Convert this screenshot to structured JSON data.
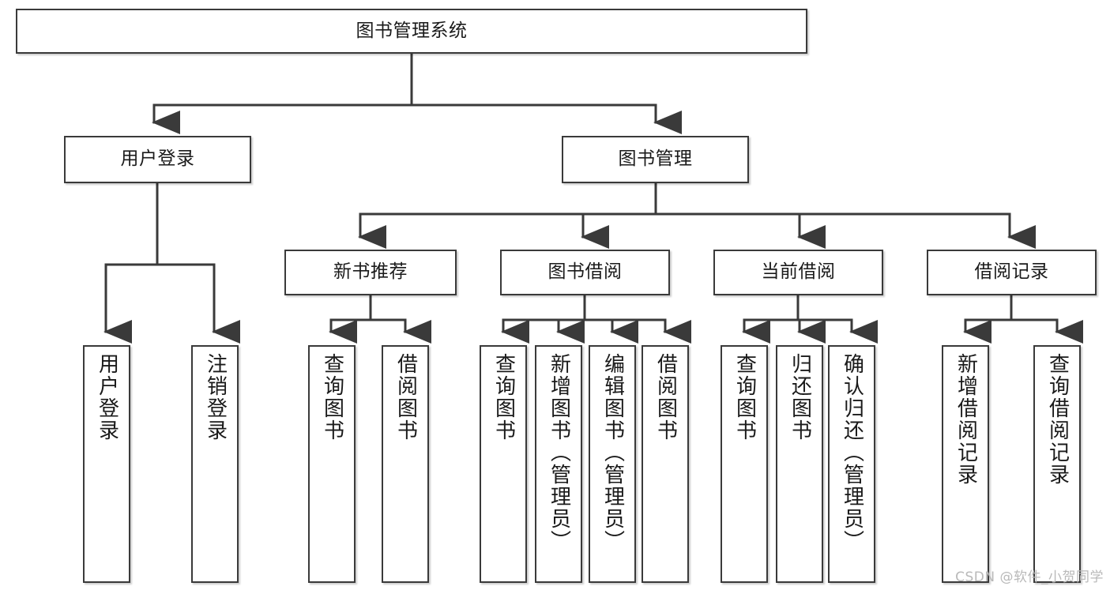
{
  "diagram": {
    "title": "图书管理系统",
    "type": "tree",
    "watermark": "CSDN @软件_小贺同学",
    "colors": {
      "node_border": "#3a3a3a",
      "node_fill": "#ffffff",
      "edge": "#3a3a3a",
      "text": "#1a1a1a",
      "watermark": "#b9b9b9"
    },
    "nodes": {
      "root": {
        "label": "图书管理系统"
      },
      "level1": [
        {
          "id": "user-login",
          "label": "用户登录"
        },
        {
          "id": "book-manage",
          "label": "图书管理"
        }
      ],
      "level2": [
        {
          "id": "new-book-recommend",
          "label": "新书推荐"
        },
        {
          "id": "book-borrow",
          "label": "图书借阅"
        },
        {
          "id": "current-borrow",
          "label": "当前借阅"
        },
        {
          "id": "borrow-record",
          "label": "借阅记录"
        }
      ],
      "leaves": [
        {
          "id": "leaf-user-login",
          "label": "用户登录",
          "parent": "user-login"
        },
        {
          "id": "leaf-logout",
          "label": "注销登录",
          "parent": "user-login"
        },
        {
          "id": "leaf-query-book-1",
          "label": "查询图书",
          "parent": "new-book-recommend"
        },
        {
          "id": "leaf-borrow-book-1",
          "label": "借阅图书",
          "parent": "new-book-recommend"
        },
        {
          "id": "leaf-query-book-2",
          "label": "查询图书",
          "parent": "book-borrow"
        },
        {
          "id": "leaf-add-book",
          "label": "新增图书（管理员）",
          "parent": "book-borrow"
        },
        {
          "id": "leaf-edit-book",
          "label": "编辑图书（管理员）",
          "parent": "book-borrow"
        },
        {
          "id": "leaf-borrow-book-2",
          "label": "借阅图书",
          "parent": "book-borrow"
        },
        {
          "id": "leaf-query-book-3",
          "label": "查询图书",
          "parent": "current-borrow"
        },
        {
          "id": "leaf-return-book",
          "label": "归还图书",
          "parent": "current-borrow"
        },
        {
          "id": "leaf-confirm-return",
          "label": "确认归还（管理员）",
          "parent": "current-borrow"
        },
        {
          "id": "leaf-add-record",
          "label": "新增借阅记录",
          "parent": "borrow-record"
        },
        {
          "id": "leaf-query-record",
          "label": "查询借阅记录",
          "parent": "borrow-record"
        }
      ]
    }
  }
}
